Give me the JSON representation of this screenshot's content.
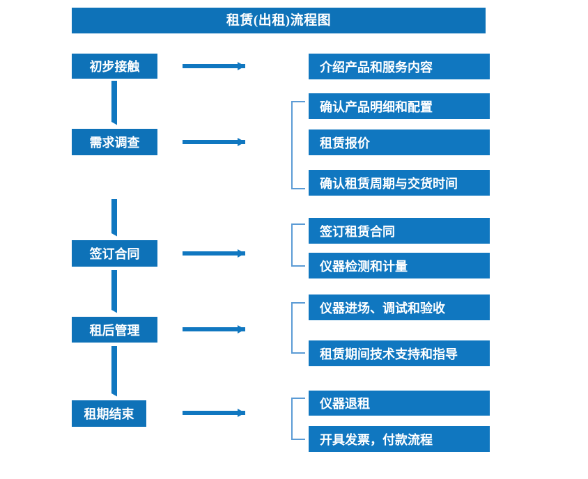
{
  "title": "租赁(出租)流程图",
  "theme": {
    "box_blue": "#1077C0",
    "banner_blue": "#0E72B8",
    "arrow_blue": "#1077C0",
    "bracket_blue": "#5B9BD5",
    "text_white": "#FFFFFF",
    "background": "#FFFFFF"
  },
  "stages": [
    {
      "id": "stage-1",
      "label": "初步接触"
    },
    {
      "id": "stage-2",
      "label": "需求调查"
    },
    {
      "id": "stage-3",
      "label": "签订合同"
    },
    {
      "id": "stage-4",
      "label": "租后管理"
    },
    {
      "id": "stage-5",
      "label": "租期结束"
    }
  ],
  "details": [
    {
      "id": "detail-1",
      "label": "介绍产品和服务内容",
      "stage": "初步接触"
    },
    {
      "id": "detail-2",
      "label": "确认产品明细和配置",
      "stage": "需求调查"
    },
    {
      "id": "detail-3",
      "label": "租赁报价",
      "stage": "需求调查"
    },
    {
      "id": "detail-4",
      "label": "确认租赁周期与交货时间",
      "stage": "需求调查"
    },
    {
      "id": "detail-5",
      "label": "签订租赁合同",
      "stage": "签订合同"
    },
    {
      "id": "detail-6",
      "label": "仪器检测和计量",
      "stage": "签订合同"
    },
    {
      "id": "detail-7",
      "label": "仪器进场、调试和验收",
      "stage": "租后管理"
    },
    {
      "id": "detail-8",
      "label": "租赁期间技术支持和指导",
      "stage": "租后管理"
    },
    {
      "id": "detail-9",
      "label": "仪器退租",
      "stage": "租期结束"
    },
    {
      "id": "detail-10",
      "label": "开具发票，付款流程",
      "stage": "租期结束"
    }
  ],
  "connectors": {
    "vertical_arrows": 4,
    "horizontal_arrows": 5,
    "brackets": 4
  }
}
